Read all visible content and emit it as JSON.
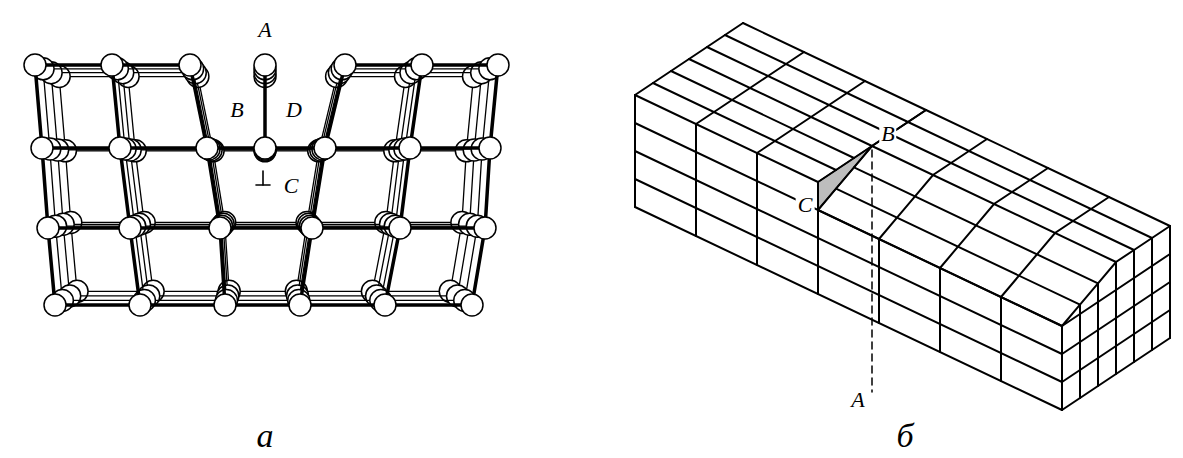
{
  "diagram": {
    "labels": [
      "A",
      "B",
      "D",
      "C",
      "а",
      "C",
      "B",
      "A",
      "б"
    ]
  }
}
